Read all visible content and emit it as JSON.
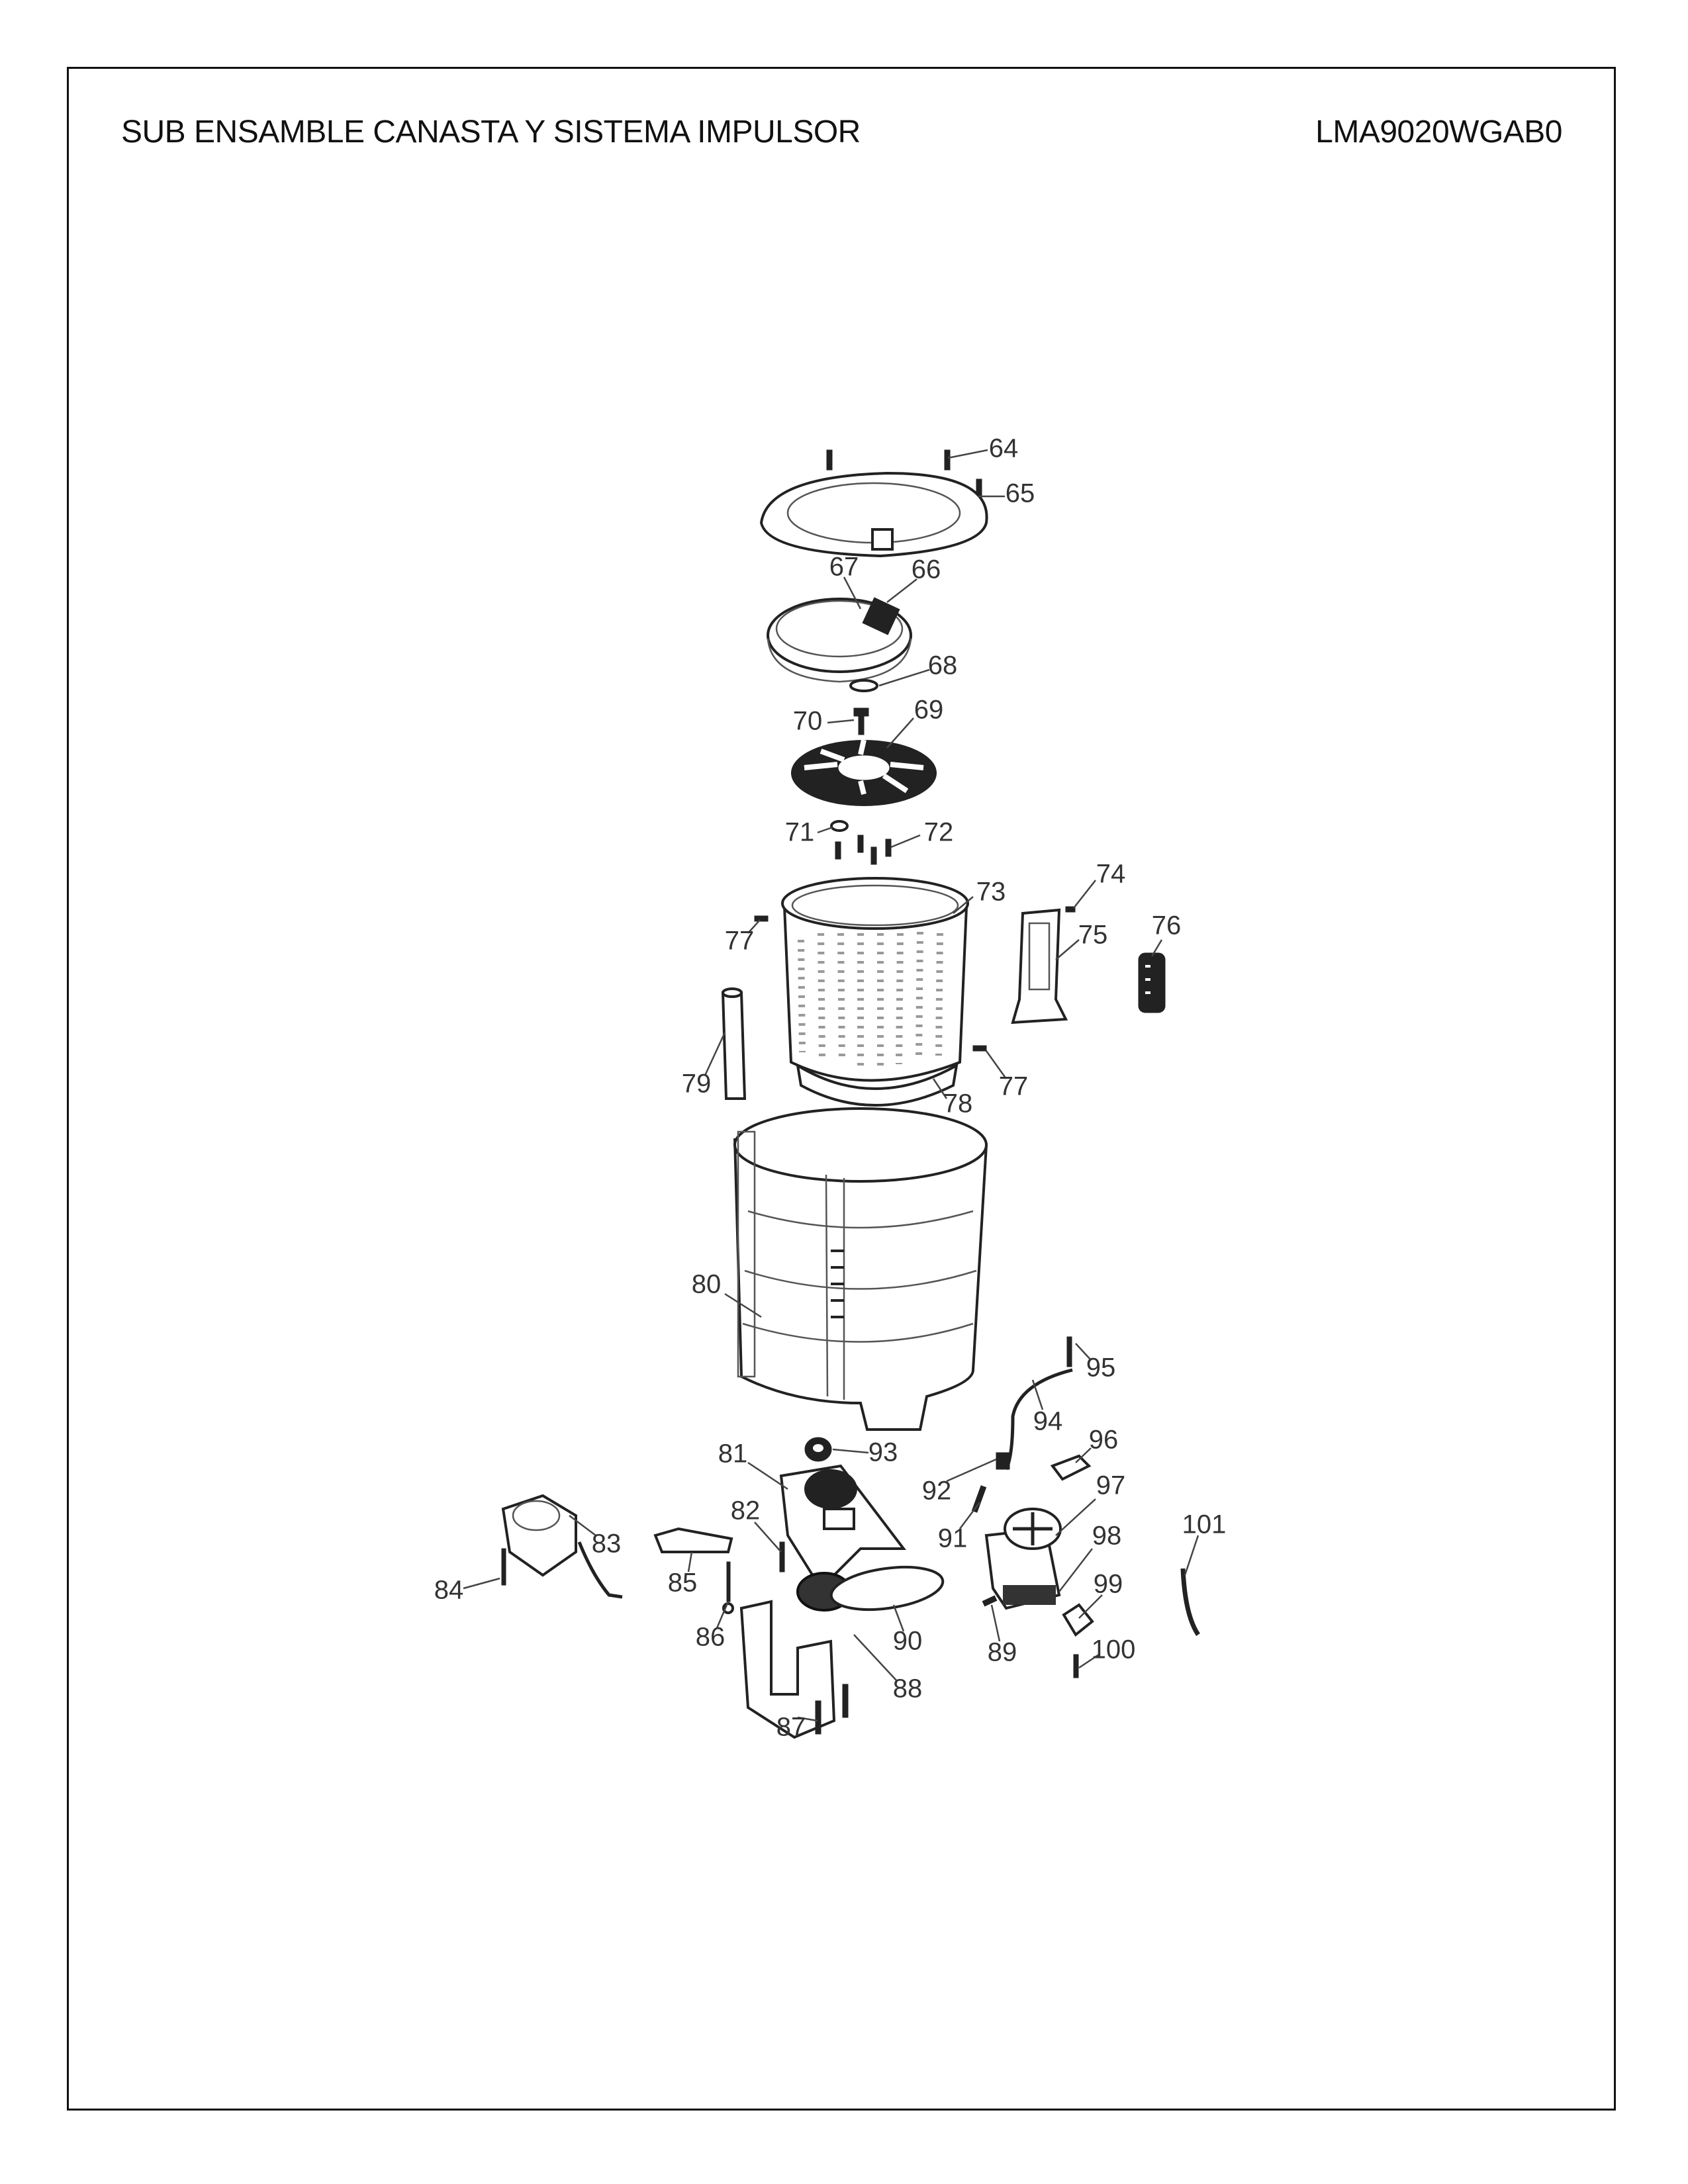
{
  "header": {
    "title": "SUB ENSAMBLE CANASTA Y SISTEMA IMPULSOR",
    "model": "LMA9020WGAB0"
  },
  "parts": {
    "p64": "64",
    "p65": "65",
    "p66": "66",
    "p67": "67",
    "p68": "68",
    "p69": "69",
    "p70": "70",
    "p71": "71",
    "p72": "72",
    "p73": "73",
    "p74": "74",
    "p75": "75",
    "p76": "76",
    "p77a": "77",
    "p77b": "77",
    "p78": "78",
    "p79": "79",
    "p80": "80",
    "p81": "81",
    "p82": "82",
    "p83": "83",
    "p84": "84",
    "p85": "85",
    "p86": "86",
    "p87": "87",
    "p88": "88",
    "p89": "89",
    "p90": "90",
    "p91": "91",
    "p92": "92",
    "p93": "93",
    "p94": "94",
    "p95": "95",
    "p96": "96",
    "p97": "97",
    "p98": "98",
    "p99": "99",
    "p100": "100",
    "p101": "101"
  }
}
